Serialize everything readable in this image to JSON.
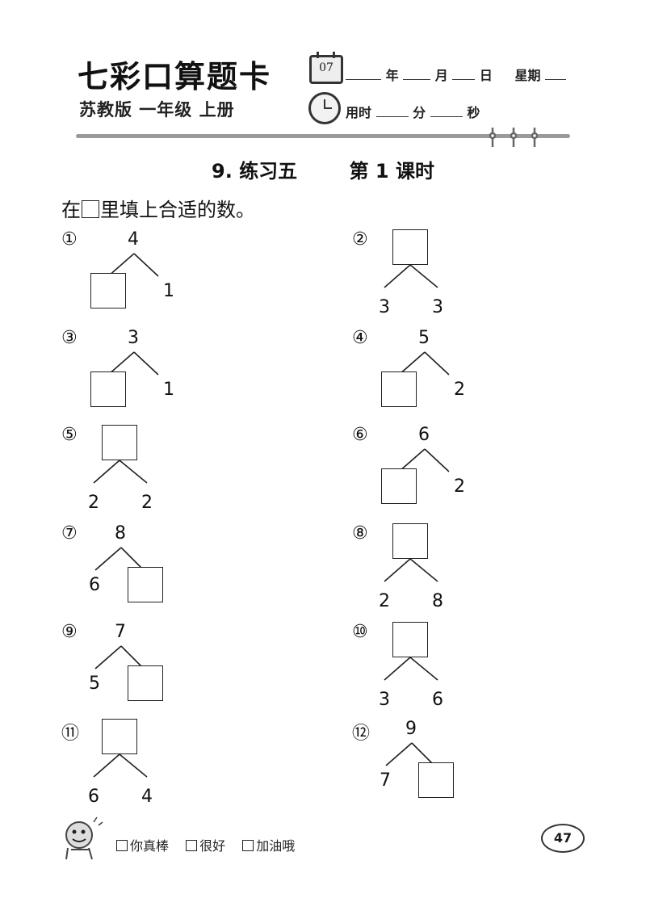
{
  "header": {
    "brand": "七彩口算题卡",
    "edition": "苏教版  一年级  上册",
    "calendar_day": "07",
    "date_labels": {
      "year": "年",
      "month": "月",
      "day": "日",
      "weekday": "星期"
    },
    "time_labels": {
      "used": "用时",
      "minutes": "分",
      "seconds": "秒"
    }
  },
  "lesson": {
    "section": "9. 练习五",
    "period": "第 1 课时"
  },
  "instruction": {
    "before": "在",
    "after": "里填上合适的数。"
  },
  "problems": [
    {
      "label": "①",
      "top": "4",
      "left": "",
      "right": "1",
      "blank": "left"
    },
    {
      "label": "②",
      "top": "",
      "left": "3",
      "right": "3",
      "blank": "top"
    },
    {
      "label": "③",
      "top": "3",
      "left": "",
      "right": "1",
      "blank": "left"
    },
    {
      "label": "④",
      "top": "5",
      "left": "",
      "right": "2",
      "blank": "left"
    },
    {
      "label": "⑤",
      "top": "",
      "left": "2",
      "right": "2",
      "blank": "top"
    },
    {
      "label": "⑥",
      "top": "6",
      "left": "",
      "right": "2",
      "blank": "left"
    },
    {
      "label": "⑦",
      "top": "8",
      "left": "6",
      "right": "",
      "blank": "right"
    },
    {
      "label": "⑧",
      "top": "",
      "left": "2",
      "right": "8",
      "blank": "top"
    },
    {
      "label": "⑨",
      "top": "7",
      "left": "5",
      "right": "",
      "blank": "right"
    },
    {
      "label": "⑩",
      "top": "",
      "left": "3",
      "right": "6",
      "blank": "top"
    },
    {
      "label": "⑪",
      "top": "",
      "left": "6",
      "right": "4",
      "blank": "top"
    },
    {
      "label": "⑫",
      "top": "9",
      "left": "7",
      "right": "",
      "blank": "right"
    }
  ],
  "footer": {
    "ratings": [
      "你真棒",
      "很好",
      "加油哦"
    ],
    "page_number": "47"
  },
  "icons": {
    "calendar": "calendar-icon",
    "clock": "clock-icon",
    "mascot": "mascot-icon"
  }
}
